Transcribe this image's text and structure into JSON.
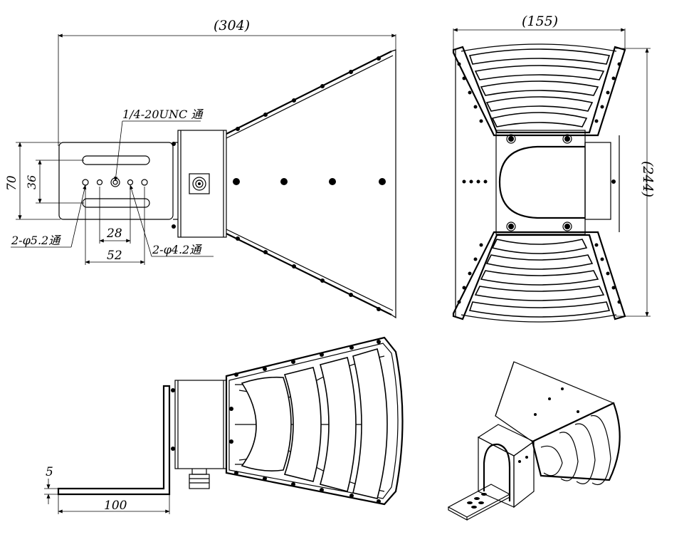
{
  "dimensions": {
    "overall_length": "(304)",
    "overall_width": "(155)",
    "overall_height": "(244)",
    "bracket_height": "70",
    "slot_spacing": "36",
    "hole_spacing_inner": "28",
    "hole_spacing_outer": "52",
    "plate_thickness": "5",
    "bracket_length": "100"
  },
  "callouts": {
    "mount_thread": "1/4-20UNC 通",
    "slot_holes": "2-φ5.2通",
    "small_holes": "2-φ4.2通"
  },
  "views": [
    "side-view",
    "front-view",
    "side-section-view",
    "isometric-view"
  ],
  "colors": {
    "line": "#000000",
    "background": "#ffffff"
  }
}
